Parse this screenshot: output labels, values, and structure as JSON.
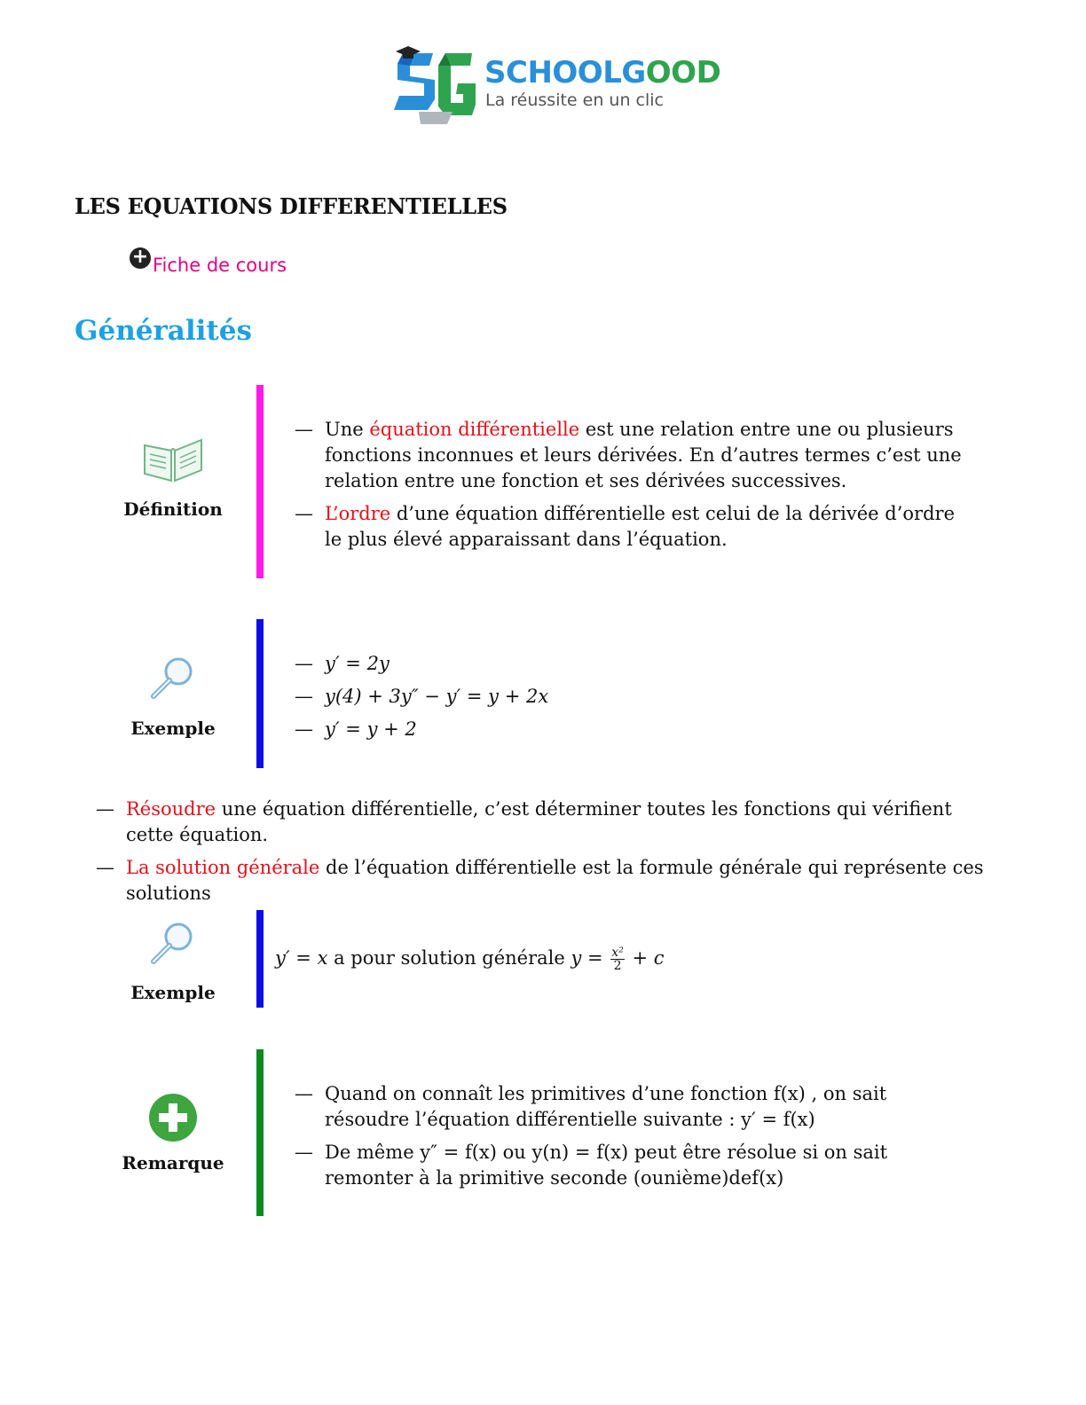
{
  "logo": {
    "brand_part1": "SCHOOLG",
    "brand_part2": "OOD",
    "tagline": "La réussite en un clic",
    "colors": {
      "blue": "#2a8fd8",
      "green": "#2fa44f",
      "gray": "#9aa0a6"
    }
  },
  "document": {
    "title": "LES EQUATIONS DIFFERENTIELLES",
    "fiche_link": "Fiche de cours",
    "section_title": "Généralités"
  },
  "definition_box": {
    "label": "Définition",
    "bar_color": "#ff19e6",
    "icon": "open-book-icon",
    "items": [
      {
        "term": "équation différentielle",
        "before": "Une ",
        "after": " est une relation entre une ou plusieurs fonctions inconnues et leurs dérivées. En d’autres termes c’est une relation entre une fonction et ses dérivées successives."
      },
      {
        "term": "L’ordre",
        "before": "",
        "after": " d’une équation différentielle est celui de la dérivée d’ordre le plus élevé apparaissant dans l’équation."
      }
    ]
  },
  "example_box_1": {
    "label": "Exemple",
    "bar_color": "#0d0de6",
    "icon": "magnifier-icon",
    "equations": [
      "y′ = 2y",
      "y(4) + 3y″ − y′ = y + 2x",
      "y′ = y + 2"
    ]
  },
  "standalone_items": [
    {
      "term": "Résoudre",
      "after": " une équation différentielle, c’est déterminer toutes les fonctions qui vérifient cette équation."
    },
    {
      "term": "La solution générale",
      "after": " de l’équation différentielle est la formule générale qui représente ces solutions"
    }
  ],
  "example_box_2": {
    "label": "Exemple",
    "bar_color": "#0d0de6",
    "icon": "magnifier-icon",
    "lhs": "y′ = x",
    "text": " a pour solution générale ",
    "solution_prefix": "y = ",
    "frac_num": "x²",
    "frac_den": "2",
    "solution_suffix": " + c"
  },
  "remark_box": {
    "label": "Remarque",
    "bar_color": "#0a8a1f",
    "icon": "plus-circle-icon",
    "items": [
      "Quand on connaît les primitives d’une fonction f(x) , on sait résoudre l’équation différentielle suivante : y′ = f(x)",
      "De même y″ = f(x) ou y(n) = f(x) peut être résolue si on sait remonter à la primitive seconde (ounième)def(x)"
    ]
  }
}
